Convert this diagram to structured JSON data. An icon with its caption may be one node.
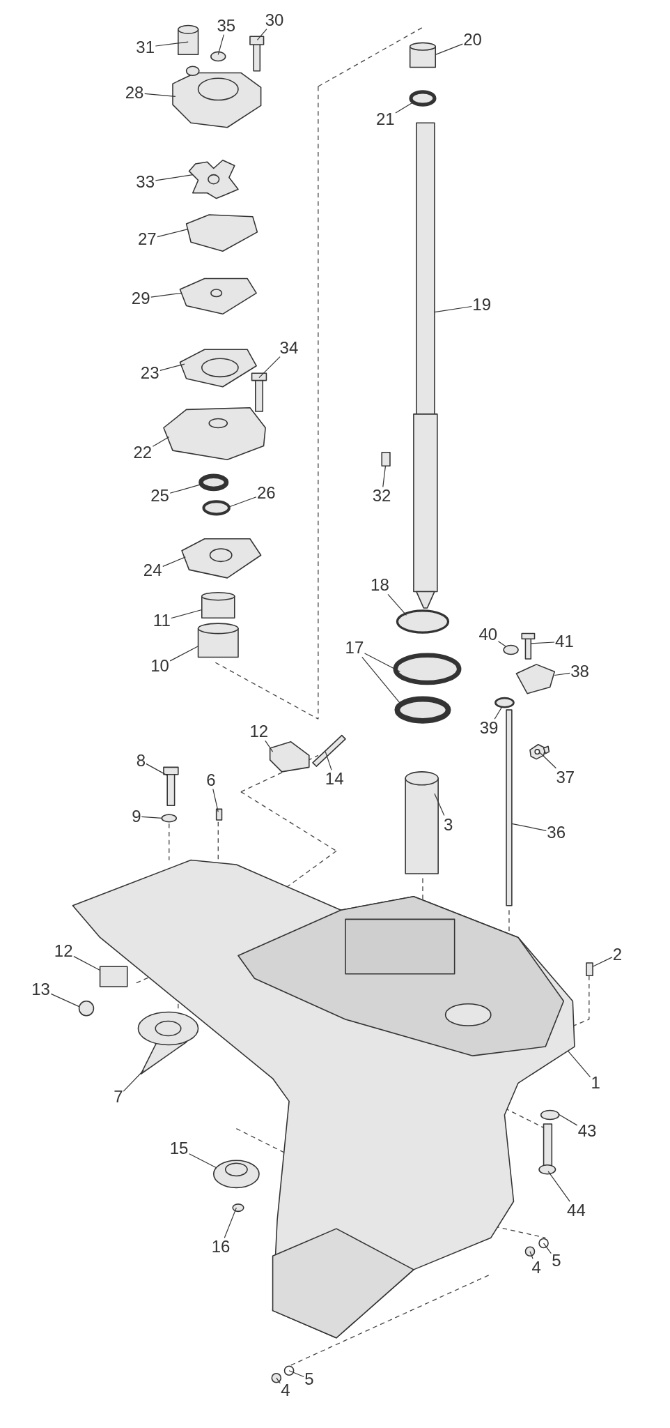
{
  "diagram": {
    "nodes": [
      {
        "text": [
          "31"
        ]
      },
      {
        "text": [
          "35"
        ]
      },
      {
        "text": [
          "30"
        ]
      },
      {
        "text": [
          "28"
        ]
      },
      {
        "text": [
          "33"
        ]
      },
      {
        "text": [
          "27"
        ]
      },
      {
        "text": [
          "29"
        ]
      },
      {
        "text": [
          "23"
        ]
      },
      {
        "text": [
          "34"
        ]
      },
      {
        "text": [
          "22"
        ]
      },
      {
        "text": [
          "25"
        ]
      },
      {
        "text": [
          "26"
        ]
      },
      {
        "text": [
          "24"
        ]
      },
      {
        "text": [
          "11"
        ]
      },
      {
        "text": [
          "10"
        ]
      },
      {
        "text": [
          "12"
        ]
      },
      {
        "text": [
          "14"
        ]
      },
      {
        "text": [
          "8"
        ]
      },
      {
        "text": [
          "9"
        ]
      },
      {
        "text": [
          "6"
        ]
      },
      {
        "text": [
          "20"
        ]
      },
      {
        "text": [
          "21"
        ]
      },
      {
        "text": [
          "19"
        ]
      },
      {
        "text": [
          "32"
        ]
      },
      {
        "text": [
          "18"
        ]
      },
      {
        "text": [
          "17"
        ]
      },
      {
        "text": [
          "40"
        ]
      },
      {
        "text": [
          "41"
        ]
      },
      {
        "text": [
          "38"
        ]
      },
      {
        "text": [
          "39"
        ]
      },
      {
        "text": [
          "37"
        ]
      },
      {
        "text": [
          "3"
        ]
      },
      {
        "text": [
          "36"
        ]
      },
      {
        "text": [
          "2"
        ]
      },
      {
        "text": [
          "12"
        ]
      },
      {
        "text": [
          "13"
        ]
      },
      {
        "text": [
          "7"
        ]
      },
      {
        "text": [
          "1"
        ]
      },
      {
        "text": [
          "43"
        ]
      },
      {
        "text": [
          "44"
        ]
      },
      {
        "text": [
          "15"
        ]
      },
      {
        "text": [
          "16"
        ]
      },
      {
        "text": [
          "4"
        ]
      },
      {
        "text": [
          "5"
        ]
      },
      {
        "text": [
          "4"
        ]
      },
      {
        "text": [
          "5"
        ]
      },
      {
        "text": [],
        "shape": "cylinder"
      },
      {
        "text": [],
        "shape": "circle"
      },
      {
        "text": [],
        "shape": "picture"
      },
      {
        "text": [],
        "shape": "picture"
      },
      {
        "text": [],
        "shape": "picture"
      },
      {
        "text": [],
        "shape": "picture"
      },
      {
        "text": [],
        "shape": "picture"
      },
      {
        "text": [],
        "shape": "picture"
      },
      {
        "text": [],
        "shape": "picture"
      },
      {
        "text": [],
        "shape": "picture"
      },
      {
        "text": [],
        "shape": "circle"
      },
      {
        "text": [],
        "shape": "circle"
      },
      {
        "text": [],
        "shape": "picture"
      },
      {
        "text": [],
        "shape": "cylinder"
      },
      {
        "text": [],
        "shape": "cylinder"
      },
      {
        "text": [],
        "shape": "picture"
      },
      {
        "text": [],
        "shape": "picture"
      },
      {
        "text": [],
        "shape": "picture"
      },
      {
        "text": [],
        "shape": "circle"
      },
      {
        "text": [],
        "shape": "box"
      },
      {
        "text": [],
        "shape": "cylinder"
      },
      {
        "text": [],
        "shape": "circle"
      },
      {
        "text": [],
        "shape": "picture"
      },
      {
        "text": [],
        "shape": "box"
      },
      {
        "text": [],
        "shape": "circle"
      },
      {
        "text": [],
        "shape": "circle"
      },
      {
        "text": [],
        "shape": "circle"
      },
      {
        "text": [],
        "shape": "circle"
      },
      {
        "text": [],
        "shape": "picture"
      },
      {
        "text": [],
        "shape": "picture"
      },
      {
        "text": [],
        "shape": "circle"
      },
      {
        "text": [],
        "shape": "picture"
      },
      {
        "text": [],
        "shape": "cylinder"
      },
      {
        "text": [],
        "shape": "box"
      },
      {
        "text": [],
        "shape": "box"
      },
      {
        "text": [],
        "shape": "box"
      },
      {
        "text": [],
        "shape": "circle"
      },
      {
        "text": [],
        "shape": "picture"
      },
      {
        "text": [],
        "shape": "picture"
      },
      {
        "text": [],
        "shape": "circle"
      },
      {
        "text": [],
        "shape": "picture"
      },
      {
        "text": [],
        "shape": "picture"
      },
      {
        "text": [],
        "shape": "circle"
      },
      {
        "text": [],
        "shape": "circle"
      },
      {
        "text": [],
        "shape": "circle"
      },
      {
        "text": [],
        "shape": "circle"
      },
      {
        "text": [],
        "shape": "circle"
      }
    ],
    "edges": [
      {
        "from": 0,
        "to": 46,
        "arrow": "none"
      },
      {
        "from": 1,
        "to": 47,
        "arrow": "none"
      },
      {
        "from": 2,
        "to": 48,
        "arrow": "none"
      },
      {
        "from": 3,
        "to": 49,
        "arrow": "none"
      },
      {
        "from": 4,
        "to": 50,
        "arrow": "none"
      },
      {
        "from": 5,
        "to": 51,
        "arrow": "none"
      },
      {
        "from": 6,
        "to": 52,
        "arrow": "none"
      },
      {
        "from": 7,
        "to": 53,
        "arrow": "none"
      },
      {
        "from": 8,
        "to": 54,
        "arrow": "none"
      },
      {
        "from": 9,
        "to": 55,
        "arrow": "none"
      },
      {
        "from": 10,
        "to": 56,
        "arrow": "none"
      },
      {
        "from": 11,
        "to": 57,
        "arrow": "none"
      },
      {
        "from": 12,
        "to": 58,
        "arrow": "none"
      },
      {
        "from": 13,
        "to": 59,
        "arrow": "none"
      },
      {
        "from": 14,
        "to": 60,
        "arrow": "none"
      },
      {
        "from": 15,
        "to": 61,
        "arrow": "none"
      },
      {
        "from": 16,
        "to": 62,
        "arrow": "none"
      },
      {
        "from": 17,
        "to": 63,
        "arrow": "none"
      },
      {
        "from": 18,
        "to": 64,
        "arrow": "none"
      },
      {
        "from": 19,
        "to": 65,
        "arrow": "none"
      },
      {
        "from": 20,
        "to": 66,
        "arrow": "none"
      },
      {
        "from": 21,
        "to": 67,
        "arrow": "none"
      },
      {
        "from": 22,
        "to": 68,
        "arrow": "none"
      },
      {
        "from": 23,
        "to": 69,
        "arrow": "none"
      },
      {
        "from": 24,
        "to": 70,
        "arrow": "none"
      },
      {
        "from": 25,
        "to": 71,
        "arrow": "none"
      },
      {
        "from": 25,
        "to": 72,
        "arrow": "none"
      },
      {
        "from": 26,
        "to": 73,
        "arrow": "none"
      },
      {
        "from": 27,
        "to": 74,
        "arrow": "none"
      },
      {
        "from": 28,
        "to": 75,
        "arrow": "none"
      },
      {
        "from": 29,
        "to": 76,
        "arrow": "none"
      },
      {
        "from": 30,
        "to": 77,
        "arrow": "none"
      },
      {
        "from": 31,
        "to": 78,
        "arrow": "none"
      },
      {
        "from": 32,
        "to": 79,
        "arrow": "none"
      },
      {
        "from": 33,
        "to": 80,
        "arrow": "none"
      },
      {
        "from": 34,
        "to": 81,
        "arrow": "none"
      },
      {
        "from": 35,
        "to": 82,
        "arrow": "none"
      },
      {
        "from": 36,
        "to": 83,
        "arrow": "none"
      },
      {
        "from": 37,
        "to": 84,
        "arrow": "none"
      },
      {
        "from": 38,
        "to": 85,
        "arrow": "none"
      },
      {
        "from": 39,
        "to": 86,
        "arrow": "none"
      },
      {
        "from": 40,
        "to": 87,
        "arrow": "none"
      },
      {
        "from": 41,
        "to": 88,
        "arrow": "none"
      },
      {
        "from": 42,
        "to": 89,
        "arrow": "none"
      },
      {
        "from": 43,
        "to": 90,
        "arrow": "none"
      },
      {
        "from": 44,
        "to": 91,
        "arrow": "none"
      },
      {
        "from": 45,
        "to": 92,
        "arrow": "none"
      }
    ]
  }
}
